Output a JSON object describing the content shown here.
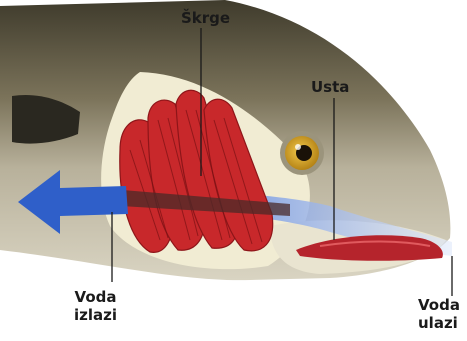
{
  "labels": {
    "gills": "Škrge",
    "mouth": "Usta",
    "water_out_line1": "Voda",
    "water_out_line2": "izlazi",
    "water_in_line1": "Voda",
    "water_in_line2": "ulazi"
  },
  "colors": {
    "body_dark": "#5b5540",
    "body_light": "#cfc9b4",
    "cheek": "#f1ecd3",
    "gill": "#c8282b",
    "water_arrow": "#2f5fc9",
    "mouth": "#b5242c",
    "eye_iris": "#d9a21e"
  }
}
